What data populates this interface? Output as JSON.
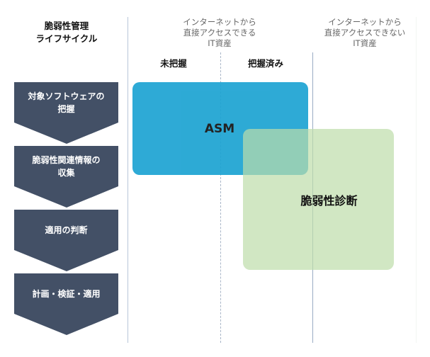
{
  "lifecycle_title": {
    "line1": "脆弱性管理",
    "line2": "ライフサイクル"
  },
  "columns": [
    {
      "line1": "インターネットから",
      "line2": "直接アクセスできる",
      "line3": "IT資産"
    },
    {
      "line1": "インターネットから",
      "line2": "直接アクセスできない",
      "line3": "IT資産"
    }
  ],
  "subcolumns": [
    "未把握",
    "把握済み"
  ],
  "steps": [
    {
      "line1": "対象ソフトウェアの",
      "line2": "把握"
    },
    {
      "line1": "脆弱性関連情報の",
      "line2": "収集"
    },
    {
      "line1": "適用の判断",
      "line2": ""
    },
    {
      "line1": "計画・検証・適用",
      "line2": ""
    }
  ],
  "regions": [
    {
      "label": "ASM",
      "color": "#1ca3d2"
    },
    {
      "label": "脆弱性診断",
      "color": "#c9e3bd"
    }
  ],
  "colors": {
    "step_fill": "#435066",
    "line": "#9aacc4"
  }
}
